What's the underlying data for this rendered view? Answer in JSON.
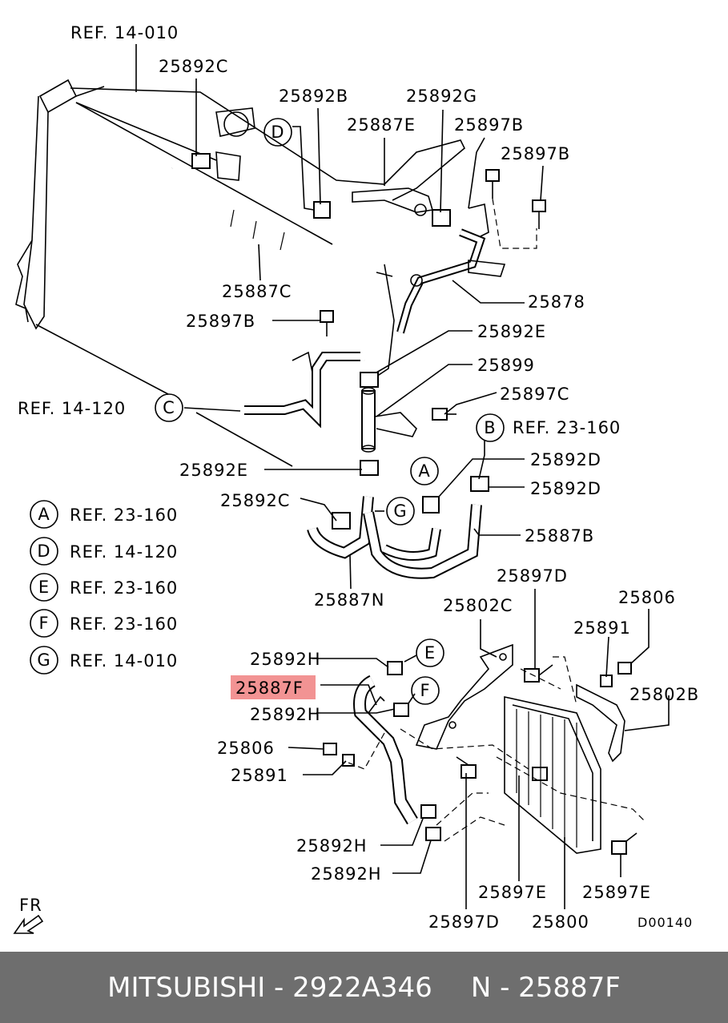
{
  "labels": {
    "ref_14_010_top": "REF. 14-010",
    "p25892C_top": "25892C",
    "p25892B": "25892B",
    "p25892G": "25892G",
    "p25887E": "25887E",
    "p25897B_1": "25897B",
    "p25897B_2": "25897B",
    "p25887C": "25887C",
    "p25878": "25878",
    "p25897B_3": "25897B",
    "p25892E_1": "25892E",
    "p25899": "25899",
    "ref_14_120": "REF. 14-120",
    "p25897C": "25897C",
    "ref_23_160_b": "REF. 23-160",
    "p25892E_2": "25892E",
    "p25892D_1": "25892D",
    "p25892C_2": "25892C",
    "p25892D_2": "25892D",
    "p25887B": "25887B",
    "p25887N": "25887N",
    "p25897D_top": "25897D",
    "p25806_right": "25806",
    "p25802C": "25802C",
    "p25891_right": "25891",
    "p25892H_1": "25892H",
    "p25887F": "25887F",
    "p25802B": "25802B",
    "p25892H_2": "25892H",
    "p25806_left": "25806",
    "p25891_left": "25891",
    "p25892H_3": "25892H",
    "p25892H_4": "25892H",
    "p25897E_1": "25897E",
    "p25897E_2": "25897E",
    "p25897D_bottom": "25897D",
    "p25800": "25800",
    "drawing_code": "D00140",
    "fr": "FR"
  },
  "circle_markers": {
    "D": "D",
    "C": "C",
    "B": "B",
    "A": "A",
    "G": "G",
    "E": "E",
    "F": "F"
  },
  "legend": [
    {
      "letter": "A",
      "ref": "REF. 23-160"
    },
    {
      "letter": "D",
      "ref": "REF. 14-120"
    },
    {
      "letter": "E",
      "ref": "REF. 23-160"
    },
    {
      "letter": "F",
      "ref": "REF. 23-160"
    },
    {
      "letter": "G",
      "ref": "REF. 14-010"
    }
  ],
  "highlight": {
    "part": "25887F",
    "color": "#f08080"
  },
  "footer": {
    "brand_part": "MITSUBISHI - 2922A346",
    "part_ref": "N - 25887F",
    "background": "#6e6e6e"
  }
}
